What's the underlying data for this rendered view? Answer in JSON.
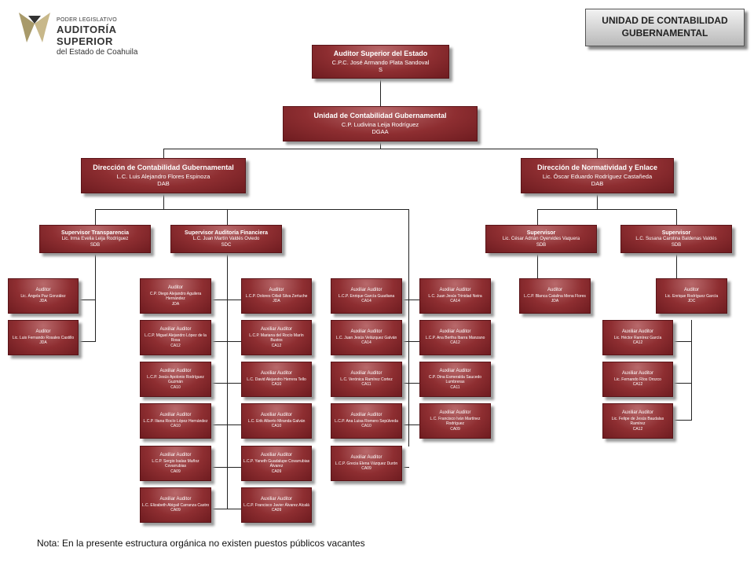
{
  "logo": {
    "line1": "PODER LEGISLATIVO",
    "line2": "AUDITORÍA SUPERIOR",
    "line3": "del Estado de Coahuila"
  },
  "title": {
    "line1": "UNIDAD DE CONTABILIDAD",
    "line2": "GUBERNAMENTAL"
  },
  "note": "Nota: En la presente estructura orgánica no existen puestos públicos vacantes",
  "nodes": {
    "asc": {
      "title": "Auditor Superior del Estado",
      "name": "C.P.C. José Armando Plata Sandoval",
      "code": "S"
    },
    "ucg": {
      "title": "Unidad de Contabilidad Gubernamental",
      "name": "C.P. Ludivina Leija Rodríguez",
      "code": "DGAA"
    },
    "dcg": {
      "title": "Dirección de Contabilidad Gubernamental",
      "name": "L.C. Luis Alejandro Flores Espinoza",
      "code": "DAB"
    },
    "dne": {
      "title": "Dirección de Normatividad y Enlace",
      "name": "Lic. Óscar Eduardo Rodríguez Castañeda",
      "code": "DAB"
    },
    "stran": {
      "title": "Supervisor Transparencia",
      "name": "Lic. Irma Evelia Leija Rodríguez",
      "code": "SDB"
    },
    "saf": {
      "title": "Supervisor Auditoría Financiera",
      "name": "L.C. Juan Martín Valdés Oviedo",
      "code": "SDC"
    },
    "s3": {
      "title": "Supervisor",
      "name": "Lic. César Adrián Oyervides Vaquera",
      "code": "SDB"
    },
    "s4": {
      "title": "Supervisor",
      "name": "L.C. Susana Carolina Baldenas Valdés",
      "code": "SDB"
    },
    "a1": {
      "title": "Auditor",
      "name": "Lic. Ángela Paz González",
      "code": "JDA"
    },
    "a2": {
      "title": "Auditor",
      "name": "Lic. Luis Fernando Rosales Castillo",
      "code": "JDA"
    },
    "b1": {
      "title": "Auditor",
      "name": "C.P. Diego Alejandro Aguilera Hernández",
      "code": "JDA"
    },
    "b2": {
      "title": "Auxiliar Auditor",
      "name": "L.C.P. Miguel Alejandro López de la Rosa",
      "code": "CA12"
    },
    "b3": {
      "title": "Auxiliar Auditor",
      "name": "L.C.P. Jesús Apolonio Rodríguez Guzmán",
      "code": "CA10"
    },
    "b4": {
      "title": "Auxiliar Auditor",
      "name": "L.C.P. Iliana Rocío López Hernández",
      "code": "CA10"
    },
    "b5": {
      "title": "Auxiliar Auditor",
      "name": "L.C.P. Sergio Isaías Muñoz Covarrubias",
      "code": "CA09"
    },
    "b6": {
      "title": "Auxiliar Auditor",
      "name": "L.C. Elizabeth Abigail Carranza Castro",
      "code": "CA09"
    },
    "c1": {
      "title": "Auditor",
      "name": "L.C.P. Dolores Citlali Silva Zertuche",
      "code": "JDA"
    },
    "c2": {
      "title": "Auxiliar Auditor",
      "name": "L.C.P. Mariana del Rocío Marín Bustos",
      "code": "CA12"
    },
    "c3": {
      "title": "Auxiliar Auditor",
      "name": "L.C. David Alejandro Herrera Tello",
      "code": "CA10"
    },
    "c4": {
      "title": "Auxiliar Auditor",
      "name": "L.C. Erik Alberto Miranda Galván",
      "code": "CA10"
    },
    "c5": {
      "title": "Auxiliar Auditor",
      "name": "L.C.P. Yaneth Guadalupe Covarrubias Álvarez",
      "code": "CA09"
    },
    "c6": {
      "title": "Auxiliar Auditor",
      "name": "L.C.P. Francisco Javier Álvarez Alcalá",
      "code": "CA09"
    },
    "d1": {
      "title": "Auxiliar Auditor",
      "name": "L.C.P. Enrique García Guadiana",
      "code": "CA14"
    },
    "d2": {
      "title": "Auxiliar Auditor",
      "name": "L.C. Juan Jesús Velázquez Galván",
      "code": "CA14"
    },
    "d3": {
      "title": "Auxiliar Auditor",
      "name": "L.C. Verónica Ramírez Cortez",
      "code": "CA11"
    },
    "d4": {
      "title": "Auxiliar Auditor",
      "name": "L.C.P. Ana Luisa Romero Sepúlveda",
      "code": "CA10"
    },
    "d5": {
      "title": "Auxiliar Auditor",
      "name": "L.C.P. Grecia Elena Vázquez Durón",
      "code": "CA09"
    },
    "e1": {
      "title": "Auxiliar Auditor",
      "name": "L.C. Juan Jesús Trinidad Neira",
      "code": "CA14"
    },
    "e2": {
      "title": "Auxiliar Auditor",
      "name": "L.C.P. Ana Bertha Ibarra Manzano",
      "code": "CA12"
    },
    "e3": {
      "title": "Auxiliar Auditor",
      "name": "C.P. Dina Esmeralda Saucedo Lumbreras",
      "code": "CA11"
    },
    "e4": {
      "title": "Auxiliar Auditor",
      "name": "L.C. Francisco Iván Martínez Rodríguez",
      "code": "CA09"
    },
    "f1": {
      "title": "Auditor",
      "name": "L.C.P. Blanca Catalina Mena Flores",
      "code": "JDA"
    },
    "g1": {
      "title": "Auditor",
      "name": "Lic. Enrique Rodríguez García",
      "code": "JDC"
    },
    "g2": {
      "title": "Auxiliar Auditor",
      "name": "Lic. Héctor Ramírez García",
      "code": "CA12"
    },
    "g3": {
      "title": "Auxiliar Auditor",
      "name": "Lic. Fernando Ríos Orozco",
      "code": "CA12"
    },
    "g4": {
      "title": "Auxiliar Auditor",
      "name": "Lic. Felipe de Jesús Baudalas Ramírez",
      "code": "CA12"
    }
  }
}
